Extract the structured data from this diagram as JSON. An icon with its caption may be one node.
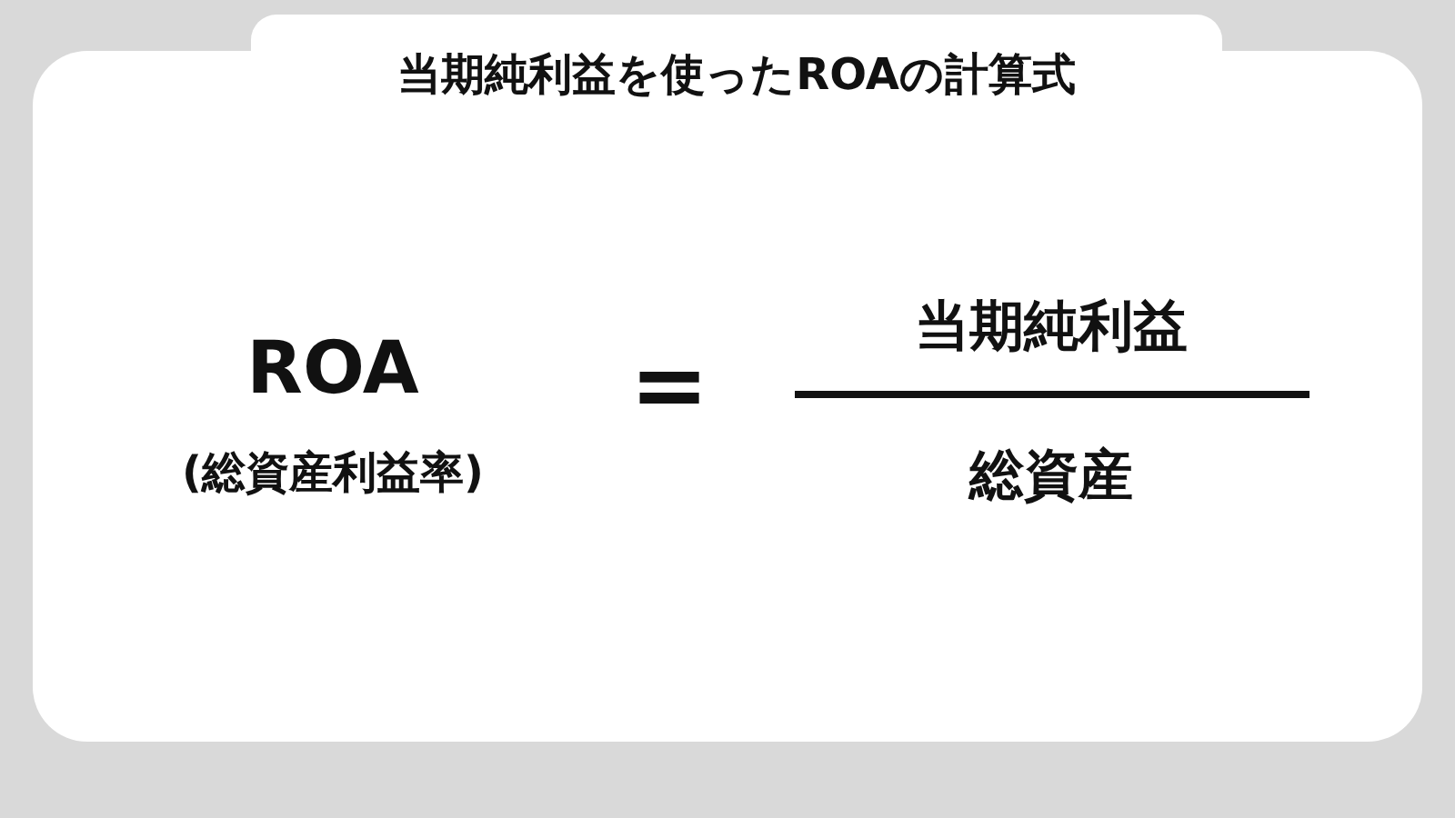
{
  "diagram": {
    "title": "当期純利益を使ったROAの計算式",
    "labels": [
      "ROA",
      "(総資産利益率)",
      "=",
      "当期純利益",
      "総資産"
    ]
  }
}
